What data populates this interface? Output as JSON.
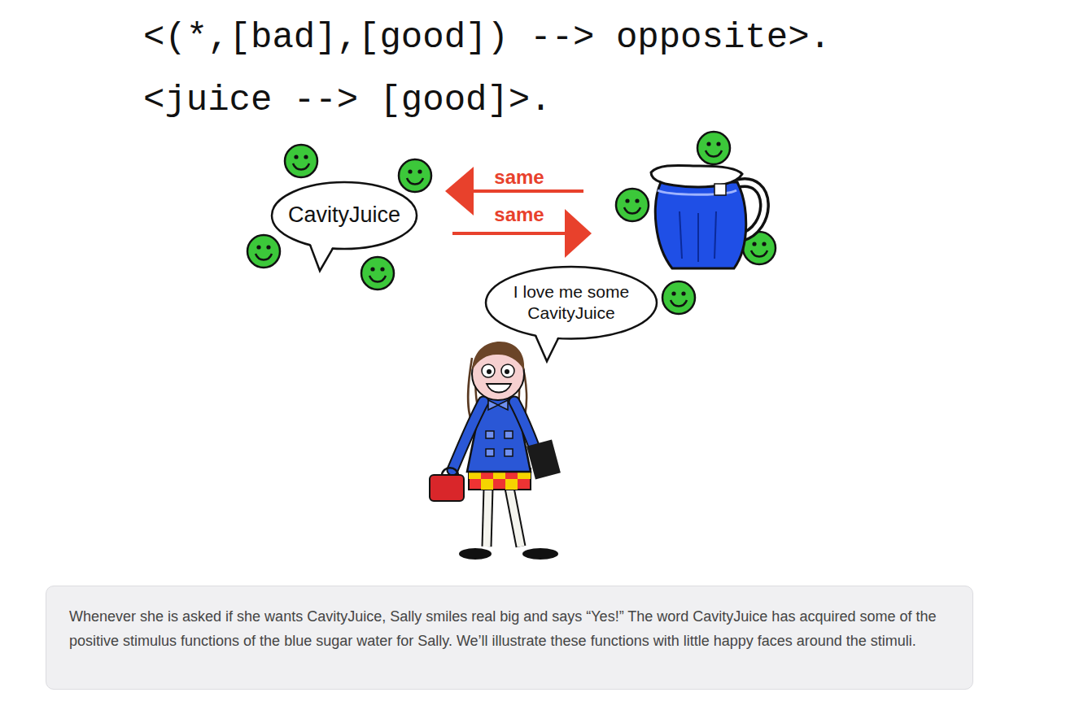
{
  "diagram": {
    "caption": "Whenever she is asked if she wants CavityJuice, Sally smiles real big and says “Yes!” The word CavityJuice has acquired some of the positive stimulus functions of the blue sugar water for Sally. We’ll illustrate these functions with little happy faces around the stimuli.",
    "nodes": [
      {
        "text": [
          "CavityJuice"
        ]
      },
      {
        "text": [
          "I love me some CavityJuice"
        ]
      }
    ],
    "labels": [
      "<(*,[bad],[good]) --> opposite>.",
      "<juice --> [good]>.",
      "same",
      "same"
    ]
  }
}
